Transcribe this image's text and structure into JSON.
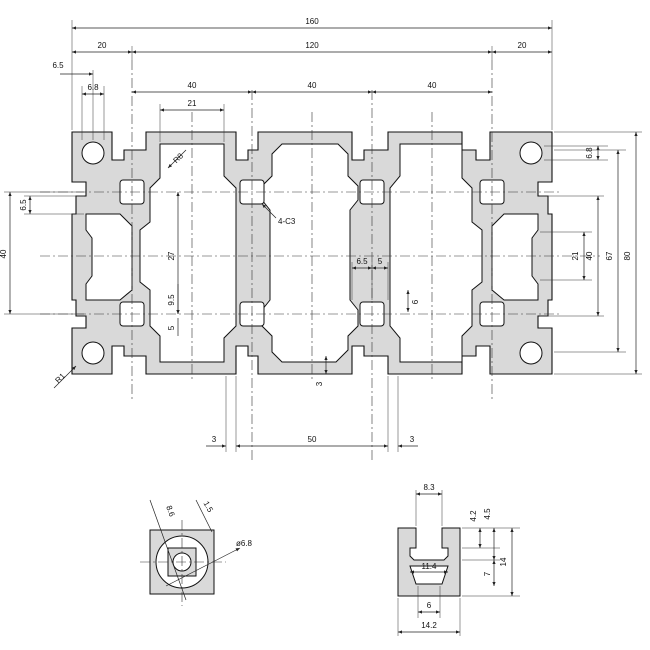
{
  "main_view": {
    "dimensions": {
      "overall_width": "160",
      "side_left": "20",
      "center": "120",
      "side_right": "20",
      "hole_offset": "6.5",
      "hole_dia": "6.8",
      "pitch_1": "40",
      "pitch_2": "40",
      "pitch_3": "40",
      "cavity_width": "21",
      "radius_r8": "R8",
      "chamfer": "4-C3",
      "left_6_5": "6.5",
      "left_40": "40",
      "center_27": "27",
      "center_9_5": "9.5",
      "center_5": "5",
      "slot_6_5": "6.5",
      "slot_5": "5",
      "slot_6": "6",
      "bottom_3_left": "3",
      "bottom_50": "50",
      "bottom_3_right": "3",
      "bottom_3_center": "3",
      "radius_r1": "R1",
      "right_6_8": "6.8",
      "right_21": "21",
      "right_40": "40",
      "right_67": "67",
      "right_80": "80"
    }
  },
  "detail_core": {
    "dimensions": {
      "d_8_6": "8.6",
      "d_1_5": "1.5",
      "d_6_8": "ø6.8"
    }
  },
  "detail_slot": {
    "dimensions": {
      "w_8_3": "8.3",
      "h_4_2": "4.2",
      "h_4_5": "4.5",
      "w_11_4": "11.4",
      "h_7": "7",
      "h_14": "14",
      "w_6": "6",
      "w_14_2": "14.2"
    }
  }
}
